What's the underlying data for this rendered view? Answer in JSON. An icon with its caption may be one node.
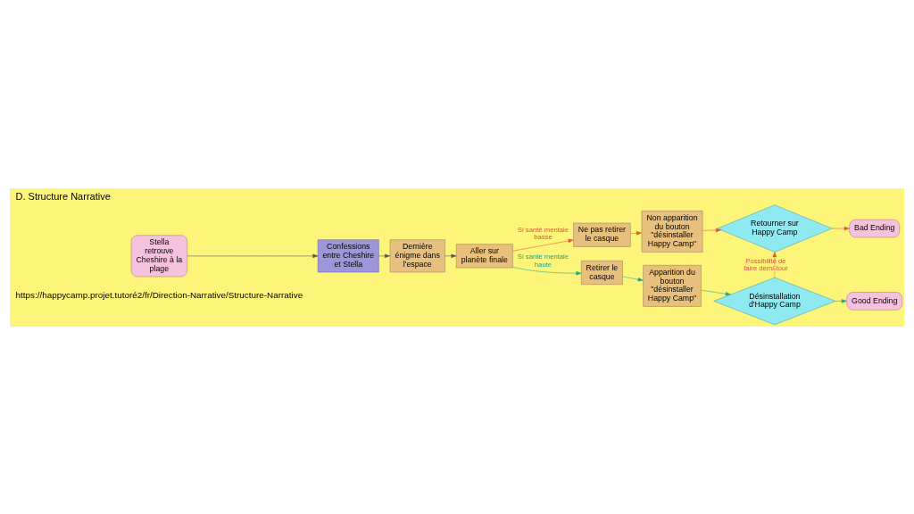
{
  "diagram": {
    "title": "D. Structure Narrative",
    "nodes": [
      {
        "text": [
          "Stella retrouve Cheshire à la plage"
        ]
      },
      {
        "text": [
          "Confessions entre Cheshire et Stella"
        ]
      },
      {
        "text": [
          "Dernière énigme dans l'espace"
        ]
      },
      {
        "text": [
          "Aller sur planète finale"
        ]
      },
      {
        "text": [
          "Ne pas retirer le casque"
        ]
      },
      {
        "text": [
          "Retirer le casque"
        ]
      },
      {
        "text": [
          "Non apparition du bouton \"désinstaller Happy Camp\""
        ]
      },
      {
        "text": [
          "Apparition du bouton \"désinstaller Happy Camp\""
        ]
      },
      {
        "text": [
          "Retourner sur Happy Camp"
        ]
      },
      {
        "text": [
          "Désinstallation d'Happy Camp"
        ]
      },
      {
        "text": [
          "Bad Ending"
        ]
      },
      {
        "text": [
          "Good Ending"
        ]
      }
    ],
    "edges": [
      {
        "from": 0,
        "to": 1,
        "arrow": "to",
        "color": "#555555"
      },
      {
        "from": 1,
        "to": 2,
        "arrow": "to",
        "color": "#555555"
      },
      {
        "from": 2,
        "to": 3,
        "arrow": "to",
        "color": "#555555"
      },
      {
        "from": 3,
        "to": 4,
        "arrow": "to",
        "label": "Si santé mentale basse",
        "color": "#e0533f"
      },
      {
        "from": 3,
        "to": 5,
        "arrow": "to",
        "label": "Si santé mentale haute",
        "color": "#1fa38c"
      },
      {
        "from": 4,
        "to": 6,
        "arrow": "to",
        "color": "#e0533f"
      },
      {
        "from": 5,
        "to": 7,
        "arrow": "to",
        "color": "#1fa38c"
      },
      {
        "from": 6,
        "to": 8,
        "arrow": "to",
        "color": "#e0533f"
      },
      {
        "from": 7,
        "to": 9,
        "arrow": "to",
        "color": "#1fa38c"
      },
      {
        "from": 9,
        "to": 8,
        "arrow": "to",
        "label": "Possibilité de faire demi-tour",
        "style": "dashed",
        "color": "#e0533f"
      },
      {
        "from": 8,
        "to": 10,
        "arrow": "to",
        "color": "#e0533f"
      },
      {
        "from": 9,
        "to": 11,
        "arrow": "to",
        "color": "#1fa38c"
      }
    ],
    "labels": [
      "https://happycamp.projet.tutoré2/fr/Direction-Narrative/Structure-Narrative"
    ]
  }
}
